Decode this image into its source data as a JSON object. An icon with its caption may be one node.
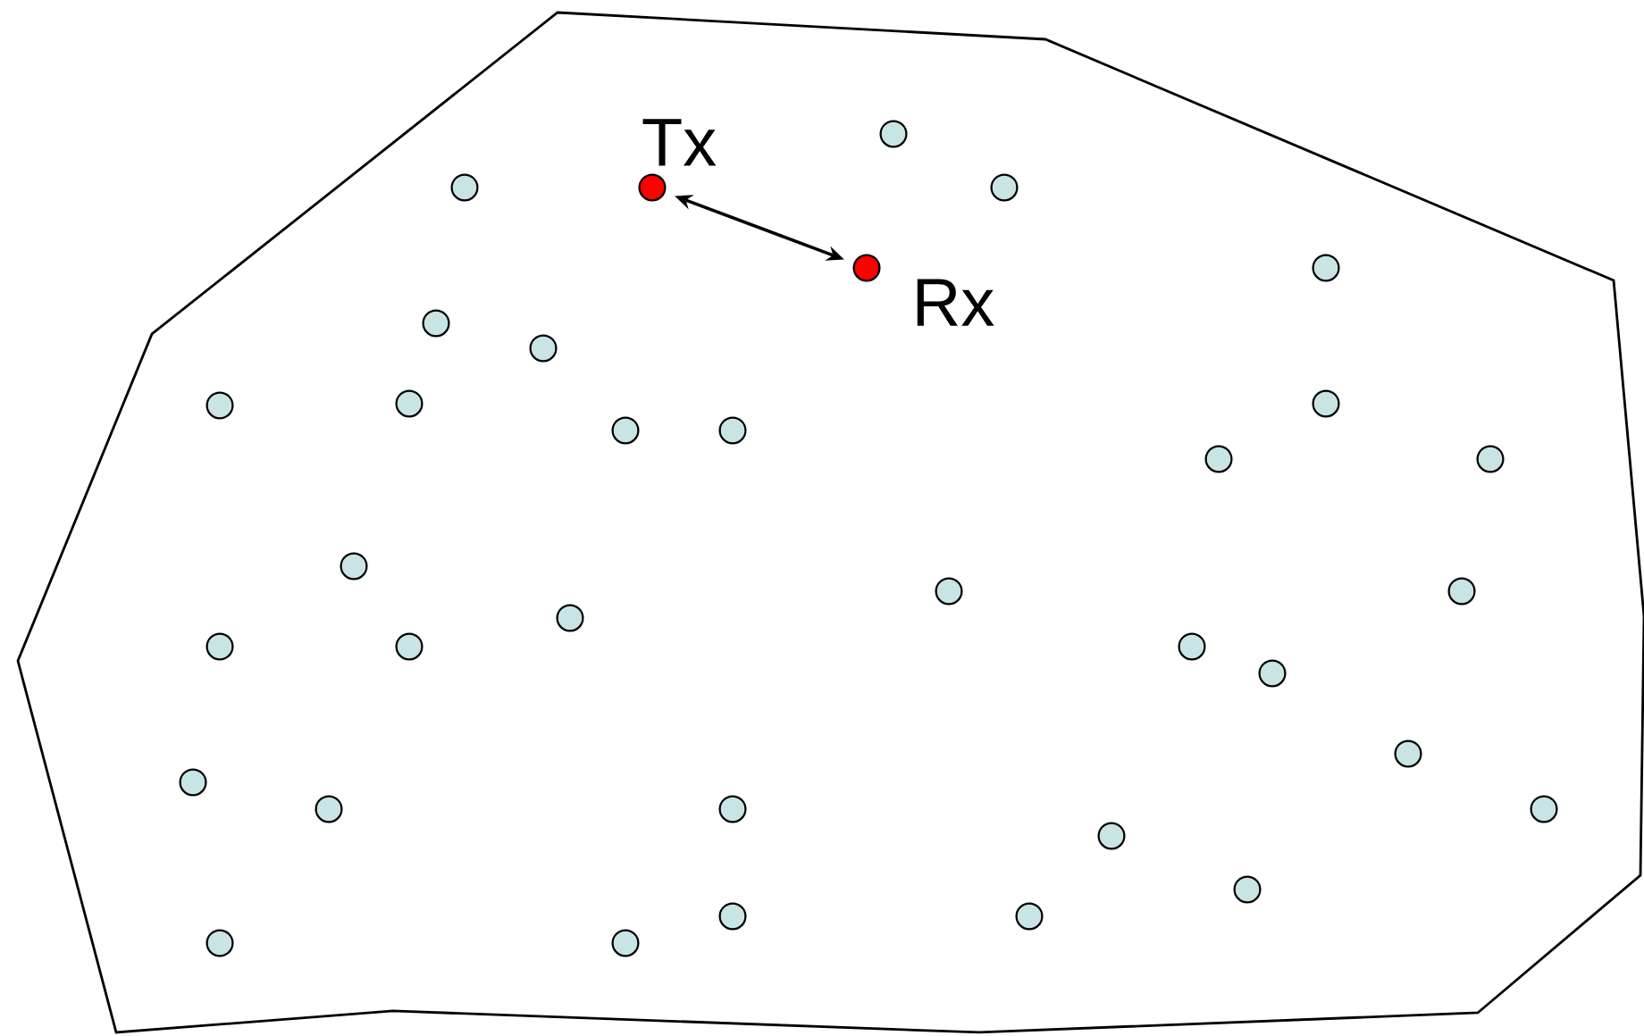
{
  "diagram": {
    "nodes": [
      {
        "text": [],
        "shape": "circle"
      },
      {
        "text": [],
        "shape": "circle"
      },
      {
        "text": [],
        "shape": "circle",
        "beside": [
          "Tx"
        ]
      },
      {
        "text": [],
        "shape": "circle"
      },
      {
        "text": [],
        "shape": "circle",
        "beside": [
          "Rx"
        ]
      },
      {
        "text": [],
        "shape": "circle"
      },
      {
        "text": [],
        "shape": "circle"
      },
      {
        "text": [],
        "shape": "circle"
      },
      {
        "text": [],
        "shape": "circle"
      },
      {
        "text": [],
        "shape": "circle"
      },
      {
        "text": [],
        "shape": "circle"
      },
      {
        "text": [],
        "shape": "circle"
      },
      {
        "text": [],
        "shape": "circle"
      },
      {
        "text": [],
        "shape": "circle"
      },
      {
        "text": [],
        "shape": "circle"
      },
      {
        "text": [],
        "shape": "circle"
      },
      {
        "text": [],
        "shape": "circle"
      },
      {
        "text": [],
        "shape": "circle"
      },
      {
        "text": [],
        "shape": "circle"
      },
      {
        "text": [],
        "shape": "circle"
      },
      {
        "text": [],
        "shape": "circle"
      },
      {
        "text": [],
        "shape": "circle"
      },
      {
        "text": [],
        "shape": "circle"
      },
      {
        "text": [],
        "shape": "circle"
      },
      {
        "text": [],
        "shape": "circle"
      },
      {
        "text": [],
        "shape": "circle"
      },
      {
        "text": [],
        "shape": "circle"
      },
      {
        "text": [],
        "shape": "circle"
      },
      {
        "text": [],
        "shape": "circle"
      },
      {
        "text": [],
        "shape": "circle"
      },
      {
        "text": [],
        "shape": "circle"
      },
      {
        "text": [],
        "shape": "circle"
      },
      {
        "text": [],
        "shape": "circle"
      },
      {
        "text": [],
        "shape": "circle"
      }
    ],
    "edges": [
      {
        "from": 2,
        "to": 4,
        "arrow": "both"
      }
    ]
  }
}
